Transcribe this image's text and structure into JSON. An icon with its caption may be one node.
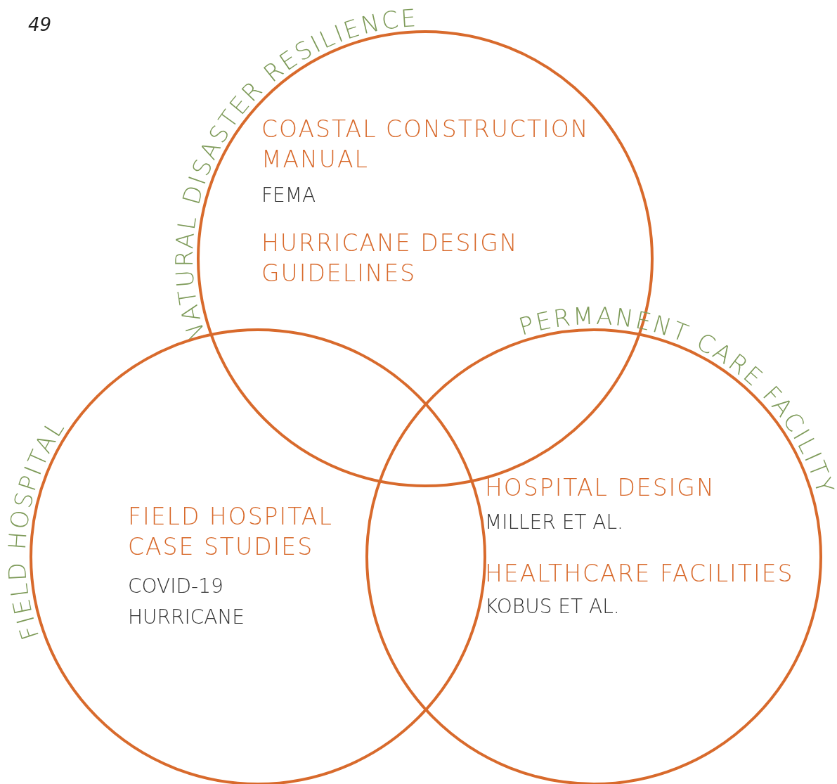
{
  "diagram": {
    "nodes": [
      {
        "text": [
          "NATURAL DISASTER RESILIENCE",
          "COASTAL CONSTRUCTION MANUAL",
          "FEMA",
          "HURRICANE DESIGN GUIDELINES"
        ]
      },
      {
        "text": [
          "FIELD HOSPITAL",
          "FIELD HOSPITAL CASE STUDIES",
          "COVID-19",
          "HURRICANE"
        ]
      },
      {
        "text": [
          "PERMANENT CARE FACILITY",
          "HOSPITAL DESIGN",
          "MILLER ET AL.",
          "HEALTHCARE FACILITIES",
          "KOBUS ET AL."
        ]
      }
    ],
    "edges": [],
    "labels": [
      "49"
    ]
  }
}
